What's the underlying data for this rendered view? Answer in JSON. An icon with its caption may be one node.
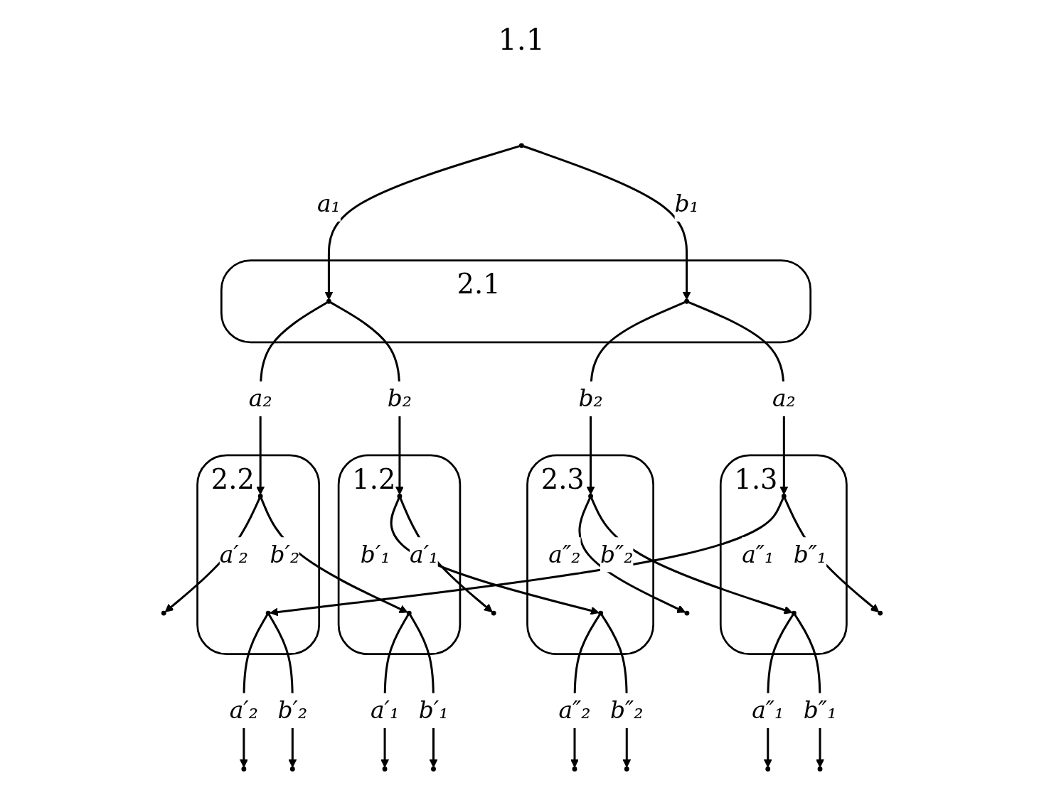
{
  "diagram": {
    "nodes": [
      {
        "text": [],
        "shape": "circle",
        "beside": [
          "1.1"
        ]
      },
      {
        "text": [
          "2.1"
        ]
      },
      {
        "text": [],
        "shape": "circle",
        "in": 1
      },
      {
        "text": [],
        "shape": "circle",
        "in": 1
      },
      {
        "text": [
          "1.2"
        ]
      },
      {
        "text": [],
        "shape": "circle",
        "in": 4
      },
      {
        "text": [],
        "shape": "circle",
        "in": 4
      },
      {
        "text": [
          "2.3"
        ]
      },
      {
        "text": [],
        "shape": "circle",
        "in": 7
      },
      {
        "text": [],
        "shape": "circle",
        "in": 7
      },
      {
        "text": [
          "1.3"
        ]
      },
      {
        "text": [],
        "shape": "circle",
        "in": 10
      },
      {
        "text": [],
        "shape": "circle",
        "in": 10
      },
      {
        "text": [],
        "shape": "circle"
      },
      {
        "text": [],
        "shape": "circle"
      },
      {
        "text": [],
        "shape": "circle"
      },
      {
        "text": [],
        "shape": "circle"
      },
      {
        "text": [],
        "shape": "circle"
      },
      {
        "text": [],
        "shape": "circle"
      },
      {
        "text": [],
        "shape": "circle"
      },
      {
        "text": [],
        "shape": "circle"
      },
      {
        "text": [],
        "shape": "circle"
      },
      {
        "text": [
          "2.2"
        ]
      },
      {
        "text": [],
        "shape": "circle",
        "in": 22
      },
      {
        "text": [],
        "shape": "circle",
        "in": 22
      },
      {
        "text": [],
        "shape": "circle"
      },
      {
        "text": [],
        "shape": "circle"
      },
      {
        "text": [],
        "shape": "circle"
      }
    ],
    "edges": [
      {
        "from": 0,
        "to": 2,
        "arrow": "to",
        "label": "a₁"
      },
      {
        "from": 0,
        "to": 3,
        "arrow": "to",
        "label": "b₁"
      },
      {
        "from": 2,
        "to": 23,
        "arrow": "to",
        "label": "a₂"
      },
      {
        "from": 2,
        "to": 5,
        "arrow": "to",
        "label": "b₂"
      },
      {
        "from": 3,
        "to": 9,
        "arrow": "to",
        "label": "b₂"
      },
      {
        "from": 3,
        "to": 12,
        "arrow": "to",
        "label": "a₂"
      },
      {
        "from": 5,
        "to": 8,
        "arrow": "to",
        "label": "b′₁"
      },
      {
        "from": 5,
        "to": 16,
        "arrow": "to",
        "label": "a′₁"
      },
      {
        "from": 23,
        "to": 25,
        "arrow": "to",
        "label": "a′₂"
      },
      {
        "from": 23,
        "to": 6,
        "arrow": "to",
        "label": "b′₂"
      },
      {
        "from": 6,
        "to": 17,
        "arrow": "to",
        "label": "a′₁"
      },
      {
        "from": 6,
        "to": 18,
        "arrow": "to",
        "label": "b′₁"
      },
      {
        "from": 8,
        "to": 13,
        "arrow": "to",
        "label": "a″₂"
      },
      {
        "from": 8,
        "to": 14,
        "arrow": "to",
        "label": "b″₂"
      },
      {
        "from": 9,
        "to": 15,
        "arrow": "to",
        "label": "a″₂"
      },
      {
        "from": 9,
        "to": 11,
        "arrow": "to",
        "label": "b″₂"
      },
      {
        "from": 11,
        "to": 19,
        "arrow": "to",
        "label": "a″₁"
      },
      {
        "from": 11,
        "to": 20,
        "arrow": "to",
        "label": "b″₁"
      },
      {
        "from": 12,
        "to": 24,
        "arrow": "to",
        "label": "a″₁"
      },
      {
        "from": 12,
        "to": 21,
        "arrow": "to",
        "label": "b″₁"
      },
      {
        "from": 24,
        "to": 26,
        "arrow": "to",
        "label": "a′₂"
      },
      {
        "from": 24,
        "to": 27,
        "arrow": "to",
        "label": "b′₂"
      }
    ]
  }
}
